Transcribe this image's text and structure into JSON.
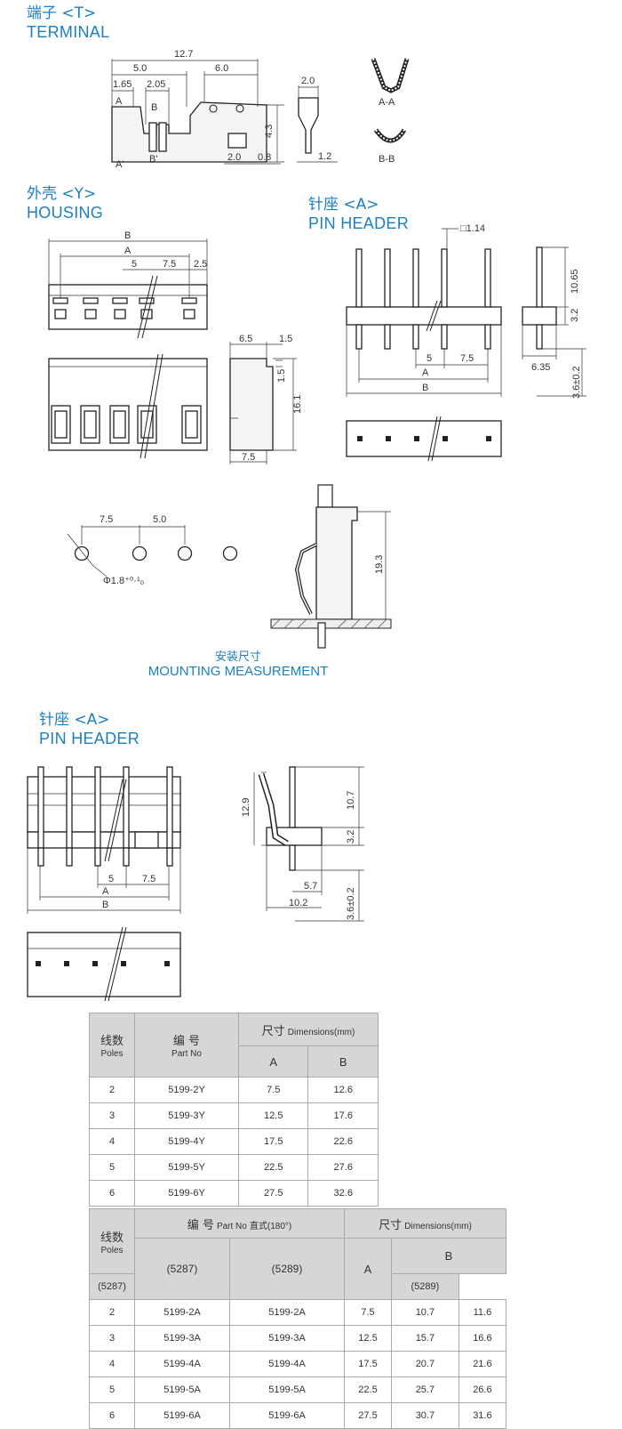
{
  "terminal": {
    "cn": "端子 <T>",
    "en": "TERMINAL"
  },
  "housing": {
    "cn": "外壳 <Y>",
    "en": "HOUSING"
  },
  "pin_header_top": {
    "cn": "针座 <A>",
    "en": "PIN HEADER"
  },
  "pin_header_bottom": {
    "cn": "针座 <A>",
    "en": "PIN HEADER"
  },
  "mounting": {
    "cn": "安装尺寸",
    "en": "MOUNTING MEASUREMENT"
  },
  "dims": {
    "t_127": "12.7",
    "t_50": "5.0",
    "t_60": "6.0",
    "t_165": "1.65",
    "t_205": "2.05",
    "t_A": "A",
    "t_B": "B",
    "t_A2": "A'",
    "t_B2": "B'",
    "t_43": "4.3",
    "t_20b": "2.0",
    "t_08": "0.8",
    "t_20s": "2.0",
    "t_12": "1.2",
    "t_AA": "A-A",
    "t_BB": "B-B",
    "h_B": "B",
    "h_A": "A",
    "h_5": "5",
    "h_75": "7.5",
    "h_25": "2.5",
    "h_65": "6.5",
    "h_15a": "1.5",
    "h_15b": "1.5",
    "h_161": "16.1",
    "h_75b": "7.5",
    "p_114": "□1.14",
    "p_1065": "10.65",
    "p_32": "3.2",
    "p_635": "6.35",
    "p_36": "3.6±0.2",
    "p_5": "5",
    "p_75": "7.5",
    "p_A": "A",
    "p_B": "B",
    "m_75": "7.5",
    "m_50": "5.0",
    "m_hole": "Φ1.8⁺⁰·¹₀",
    "m_193": "19.3",
    "r_5": "5",
    "r_75": "7.5",
    "r_A": "A",
    "r_B": "B",
    "r_129": "12.9",
    "r_107": "10.7",
    "r_32": "3.2",
    "r_57": "5.7",
    "r_102": "10.2",
    "r_36": "3.6±0.2"
  },
  "table1": {
    "poles_cn": "线数",
    "poles_en": "Poles",
    "part_cn": "编  号",
    "part_en": "Part No",
    "dim_cn": "尺寸",
    "dim_en": "Dimensions(mm)",
    "col_a": "A",
    "col_b": "B",
    "rows": [
      [
        "2",
        "5199-2Y",
        "7.5",
        "12.6"
      ],
      [
        "3",
        "5199-3Y",
        "12.5",
        "17.6"
      ],
      [
        "4",
        "5199-4Y",
        "17.5",
        "22.6"
      ],
      [
        "5",
        "5199-5Y",
        "22.5",
        "27.6"
      ],
      [
        "6",
        "5199-6Y",
        "27.5",
        "32.6"
      ]
    ]
  },
  "table2": {
    "poles_cn": "线数",
    "poles_en": "Poles",
    "part_cn": "编  号",
    "part_en": "Part No",
    "part_type": "直式(180°)",
    "s1": "(5287)",
    "s2": "(5289)",
    "dim_cn": "尺寸",
    "dim_en": "Dimensions(mm)",
    "col_a": "A",
    "col_b": "B",
    "b1": "(5287)",
    "b2": "(5289)",
    "rows": [
      [
        "2",
        "5199-2A",
        "5199-2A",
        "7.5",
        "10.7",
        "11.6"
      ],
      [
        "3",
        "5199-3A",
        "5199-3A",
        "12.5",
        "15.7",
        "16.6"
      ],
      [
        "4",
        "5199-4A",
        "5199-4A",
        "17.5",
        "20.7",
        "21.6"
      ],
      [
        "5",
        "5199-5A",
        "5199-5A",
        "22.5",
        "25.7",
        "26.6"
      ],
      [
        "6",
        "5199-6A",
        "5199-6A",
        "27.5",
        "30.7",
        "31.6"
      ]
    ]
  }
}
